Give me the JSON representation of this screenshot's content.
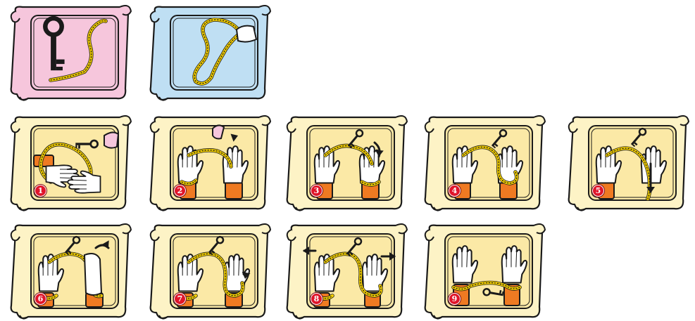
{
  "cards": [
    {
      "id": "supply-key-and-cord",
      "kind": "supply",
      "theme": "pink",
      "step": null,
      "scene": "key-and-cord"
    },
    {
      "id": "supply-cord-loops",
      "kind": "supply",
      "theme": "blue",
      "step": null,
      "scene": "cord-loops"
    },
    {
      "id": "step-1",
      "kind": "step",
      "theme": "cream",
      "step": "1",
      "scene": "tie-wrist"
    },
    {
      "id": "step-2",
      "kind": "step",
      "theme": "cream",
      "step": "2",
      "scene": "loop-over"
    },
    {
      "id": "step-3",
      "kind": "step",
      "theme": "cream",
      "step": "3",
      "scene": "thread-key"
    },
    {
      "id": "step-4",
      "kind": "step",
      "theme": "cream",
      "step": "4",
      "scene": "loop-under"
    },
    {
      "id": "step-5",
      "kind": "step",
      "theme": "cream",
      "step": "5",
      "scene": "pull-down"
    },
    {
      "id": "step-6",
      "kind": "step",
      "theme": "cream",
      "step": "6",
      "scene": "wrap-hand"
    },
    {
      "id": "step-7",
      "kind": "step",
      "theme": "cream",
      "step": "7",
      "scene": "over-fingers"
    },
    {
      "id": "step-8",
      "kind": "step",
      "theme": "cream",
      "step": "8",
      "scene": "pull-apart"
    },
    {
      "id": "step-9",
      "kind": "step",
      "theme": "cream",
      "step": "9",
      "scene": "key-free"
    }
  ],
  "colors": {
    "outline": "#1a1a1a",
    "cream": "#fdf3c6",
    "cream_panel": "#fbe9a6",
    "pink": "#f6c6dc",
    "blue": "#bfdff3",
    "cord": "#f5d000",
    "sleeve": "#ef7a22",
    "glove": "#ffffff",
    "badge": "#e0152a"
  }
}
